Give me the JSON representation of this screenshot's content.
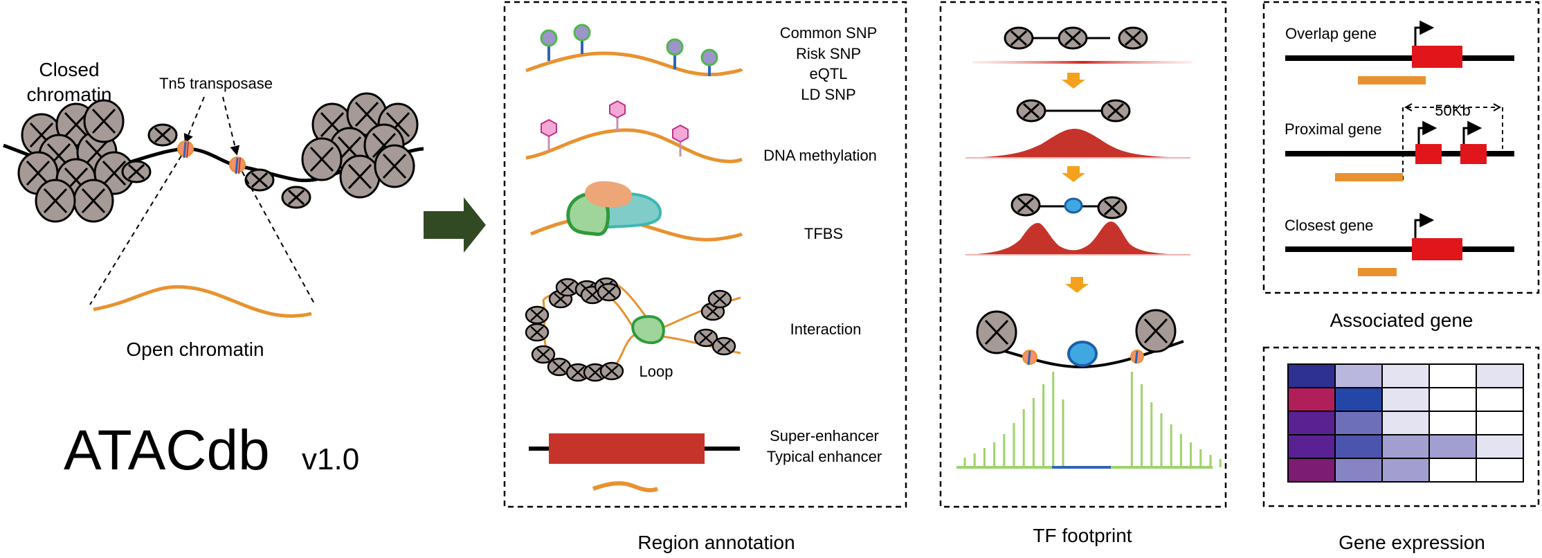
{
  "atac": {
    "closed_line1": "Closed",
    "closed_line2": "chromatin",
    "tn5": "Tn5 transposase",
    "open": "Open chromatin",
    "title_main": "ATACdb",
    "title_version": "v1.0"
  },
  "region": {
    "snp_labels": [
      "Common SNP",
      "Risk SNP",
      "eQTL",
      "LD SNP"
    ],
    "methylation": "DNA methylation",
    "tfbs": "TFBS",
    "interaction": "Interaction",
    "loop": "Loop",
    "enhancer_labels": [
      "Super-enhancer",
      "Typical enhancer"
    ],
    "caption": "Region annotation"
  },
  "footprint": {
    "caption": "TF footprint"
  },
  "assoc": {
    "overlap": "Overlap gene",
    "proximal": "Proximal gene",
    "distance": "50Kb",
    "closest": "Closest gene",
    "caption": "Associated gene"
  },
  "expression": {
    "caption": "Gene expression",
    "heatmap": [
      [
        "#2e3192",
        "#b9b7dd",
        "#e4e3f2",
        "#ffffff",
        "#e4e3f2"
      ],
      [
        "#b01f5a",
        "#2447a7",
        "#e4e3f2",
        "#ffffff",
        "#ffffff"
      ],
      [
        "#5a2193",
        "#6e6fb9",
        "#e4e3f2",
        "#ffffff",
        "#ffffff"
      ],
      [
        "#5a2193",
        "#4c55ad",
        "#a29fd0",
        "#a29fd0",
        "#e4e3f2"
      ],
      [
        "#7c1c72",
        "#8784c4",
        "#a29fd0",
        "#ffffff",
        "#ffffff"
      ]
    ]
  },
  "colors": {
    "orange": "#e8922f",
    "red": "#c6332a",
    "gene_red": "#e1161b",
    "nucleosome": "#a59a95",
    "arrow_green": "#324a24",
    "footprint_green": "#9ed36a",
    "blue": "#2f64b5"
  }
}
